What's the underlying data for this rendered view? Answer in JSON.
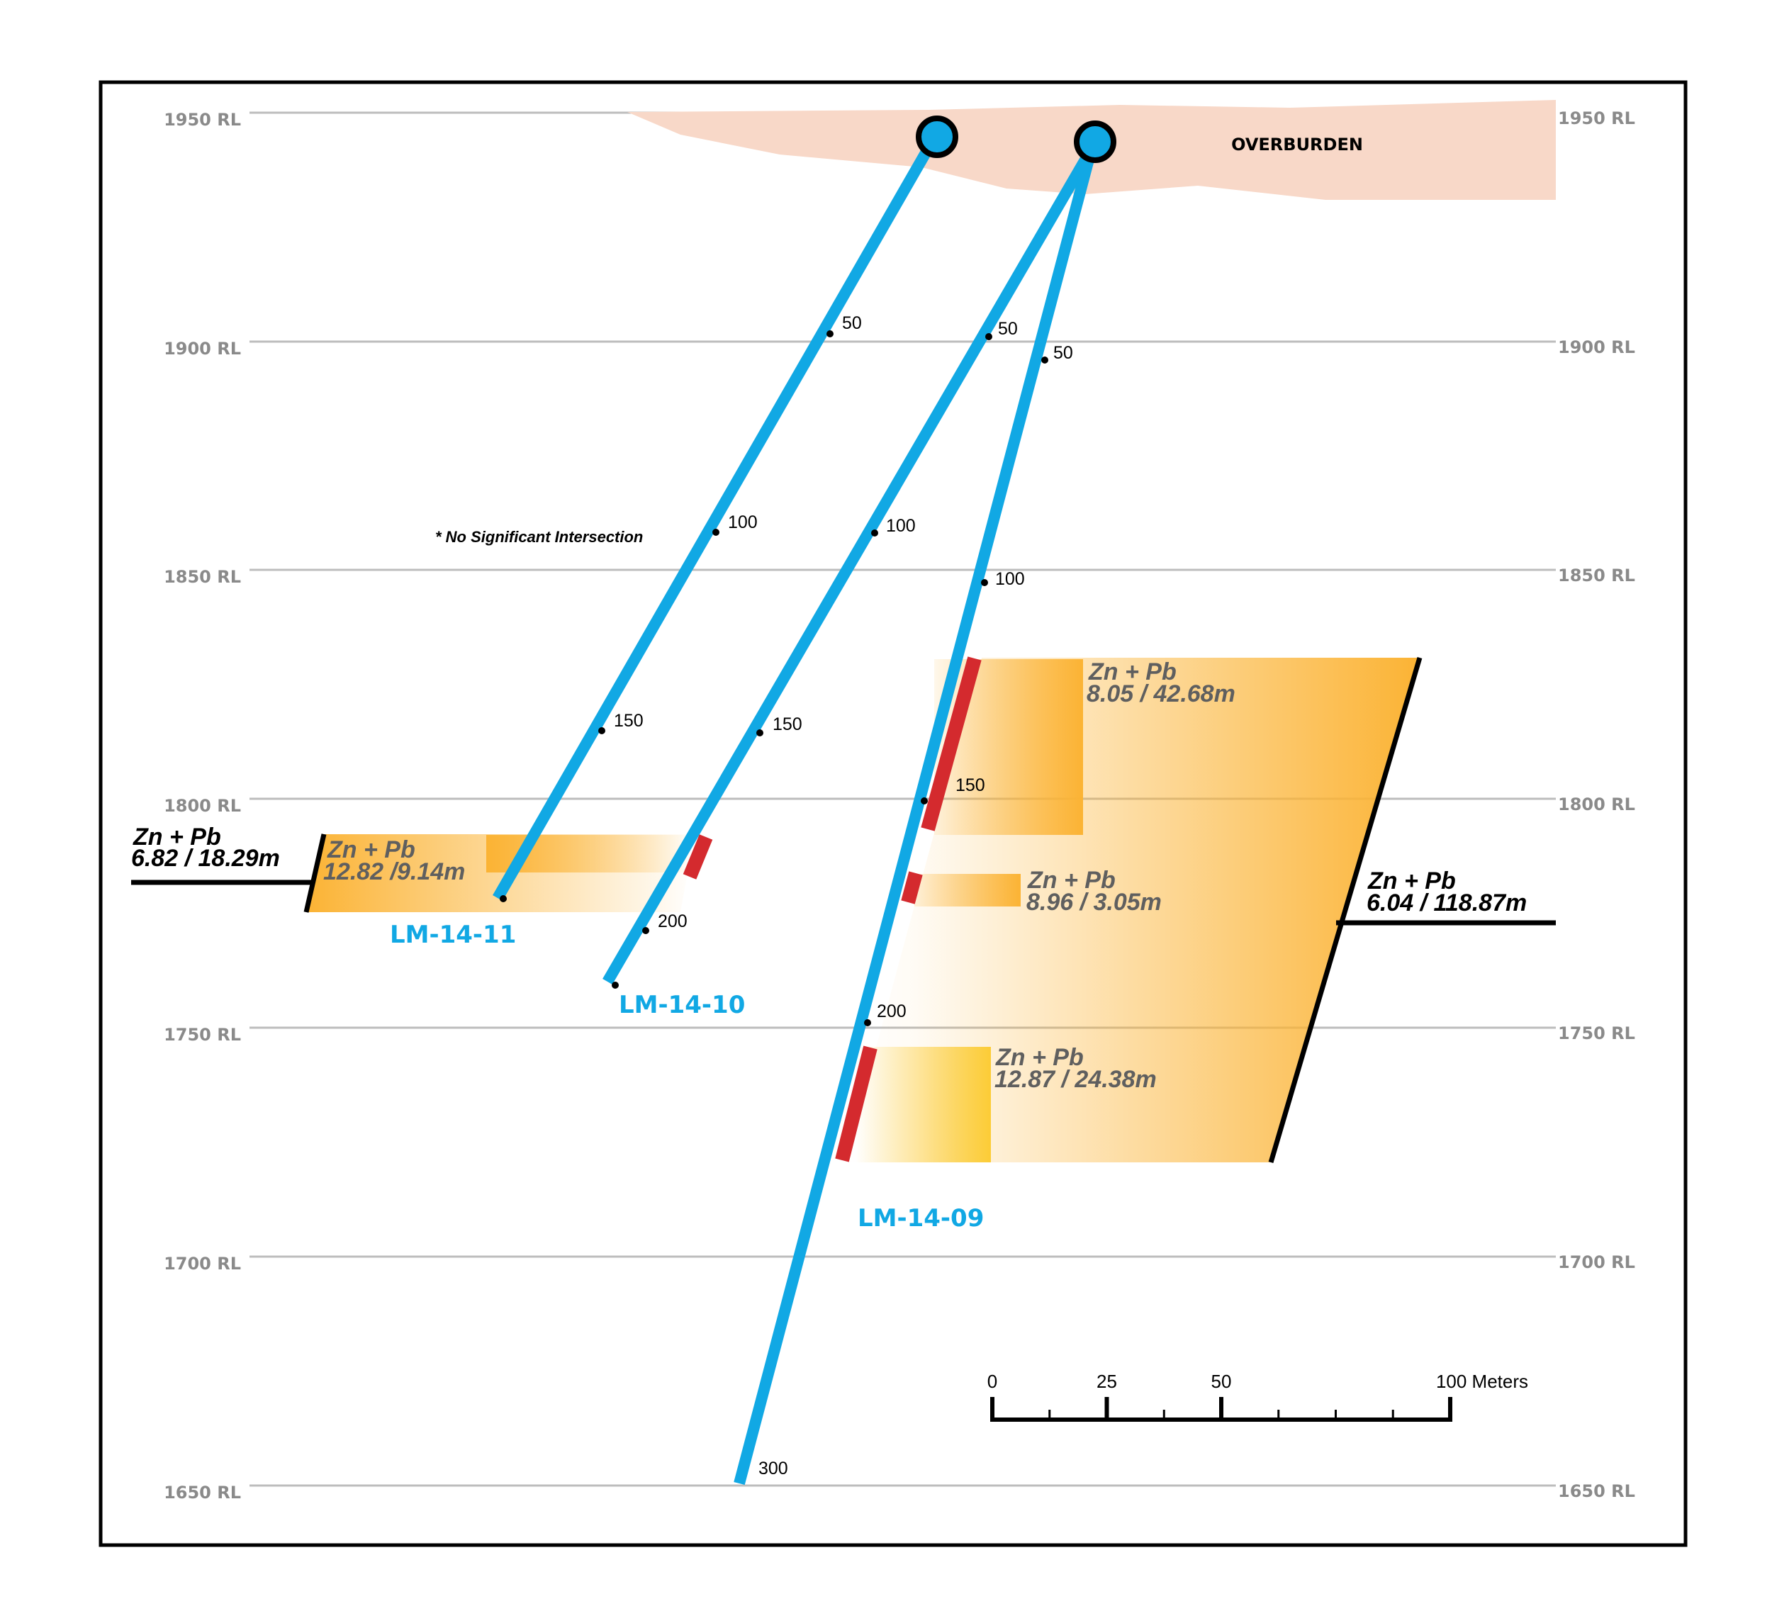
{
  "rl_levels": [
    {
      "rl": 1950,
      "label": "1950 RL"
    },
    {
      "rl": 1900,
      "label": "1900 RL"
    },
    {
      "rl": 1850,
      "label": "1850 RL"
    },
    {
      "rl": 1800,
      "label": "1800 RL"
    },
    {
      "rl": 1750,
      "label": "1750 RL"
    },
    {
      "rl": 1700,
      "label": "1700 RL"
    },
    {
      "rl": 1650,
      "label": "1650 RL"
    }
  ],
  "overburden_label": "OVERBURDEN",
  "note": "* No Significant Intersection",
  "holes": [
    {
      "id": "LM-14-11",
      "depth_marks": [
        "50",
        "100",
        "150"
      ]
    },
    {
      "id": "LM-14-10",
      "depth_marks": [
        "50",
        "100",
        "150",
        "200"
      ]
    },
    {
      "id": "LM-14-09",
      "depth_marks": [
        "50",
        "100",
        "150",
        "200",
        "300"
      ]
    }
  ],
  "intersections": [
    {
      "hole": "LM-14-11",
      "line1": "Zn + Pb",
      "line2": "12.82 /9.14m"
    },
    {
      "hole": "LM-14-09",
      "line1": "Zn + Pb",
      "line2": "8.05 / 42.68m"
    },
    {
      "hole": "LM-14-09",
      "line1": "Zn + Pb",
      "line2": "8.96 / 3.05m"
    },
    {
      "hole": "LM-14-09",
      "line1": "Zn + Pb",
      "line2": "12.87 / 24.38m"
    }
  ],
  "composites": [
    {
      "hole": "LM-14-11",
      "line1": "Zn + Pb",
      "line2": "6.82 / 18.29m"
    },
    {
      "hole": "LM-14-09",
      "line1": "Zn + Pb",
      "line2": "6.04 / 118.87m"
    }
  ],
  "scale_bar": {
    "labels": [
      "0",
      "25",
      "50",
      "100 Meters"
    ],
    "values_m": [
      0,
      25,
      50,
      100
    ],
    "minor_step_m": 12.5
  }
}
